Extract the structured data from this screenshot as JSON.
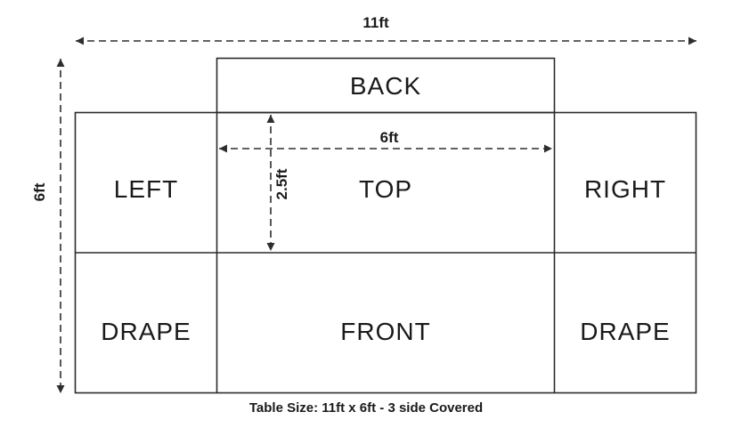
{
  "diagram": {
    "caption": "Table Size: 11ft x 6ft - 3 side Covered",
    "panels": {
      "back": "BACK",
      "left": "LEFT",
      "top": "TOP",
      "right": "RIGHT",
      "drape_left": "DRAPE",
      "front": "FRONT",
      "drape_right": "DRAPE"
    },
    "dimensions": {
      "overall_width": "11ft",
      "overall_height": "6ft",
      "top_width": "6ft",
      "top_depth": "2.5ft"
    },
    "colors": {
      "line": "#2b2b2b",
      "text": "#1a1a1a",
      "background": "#ffffff"
    }
  }
}
